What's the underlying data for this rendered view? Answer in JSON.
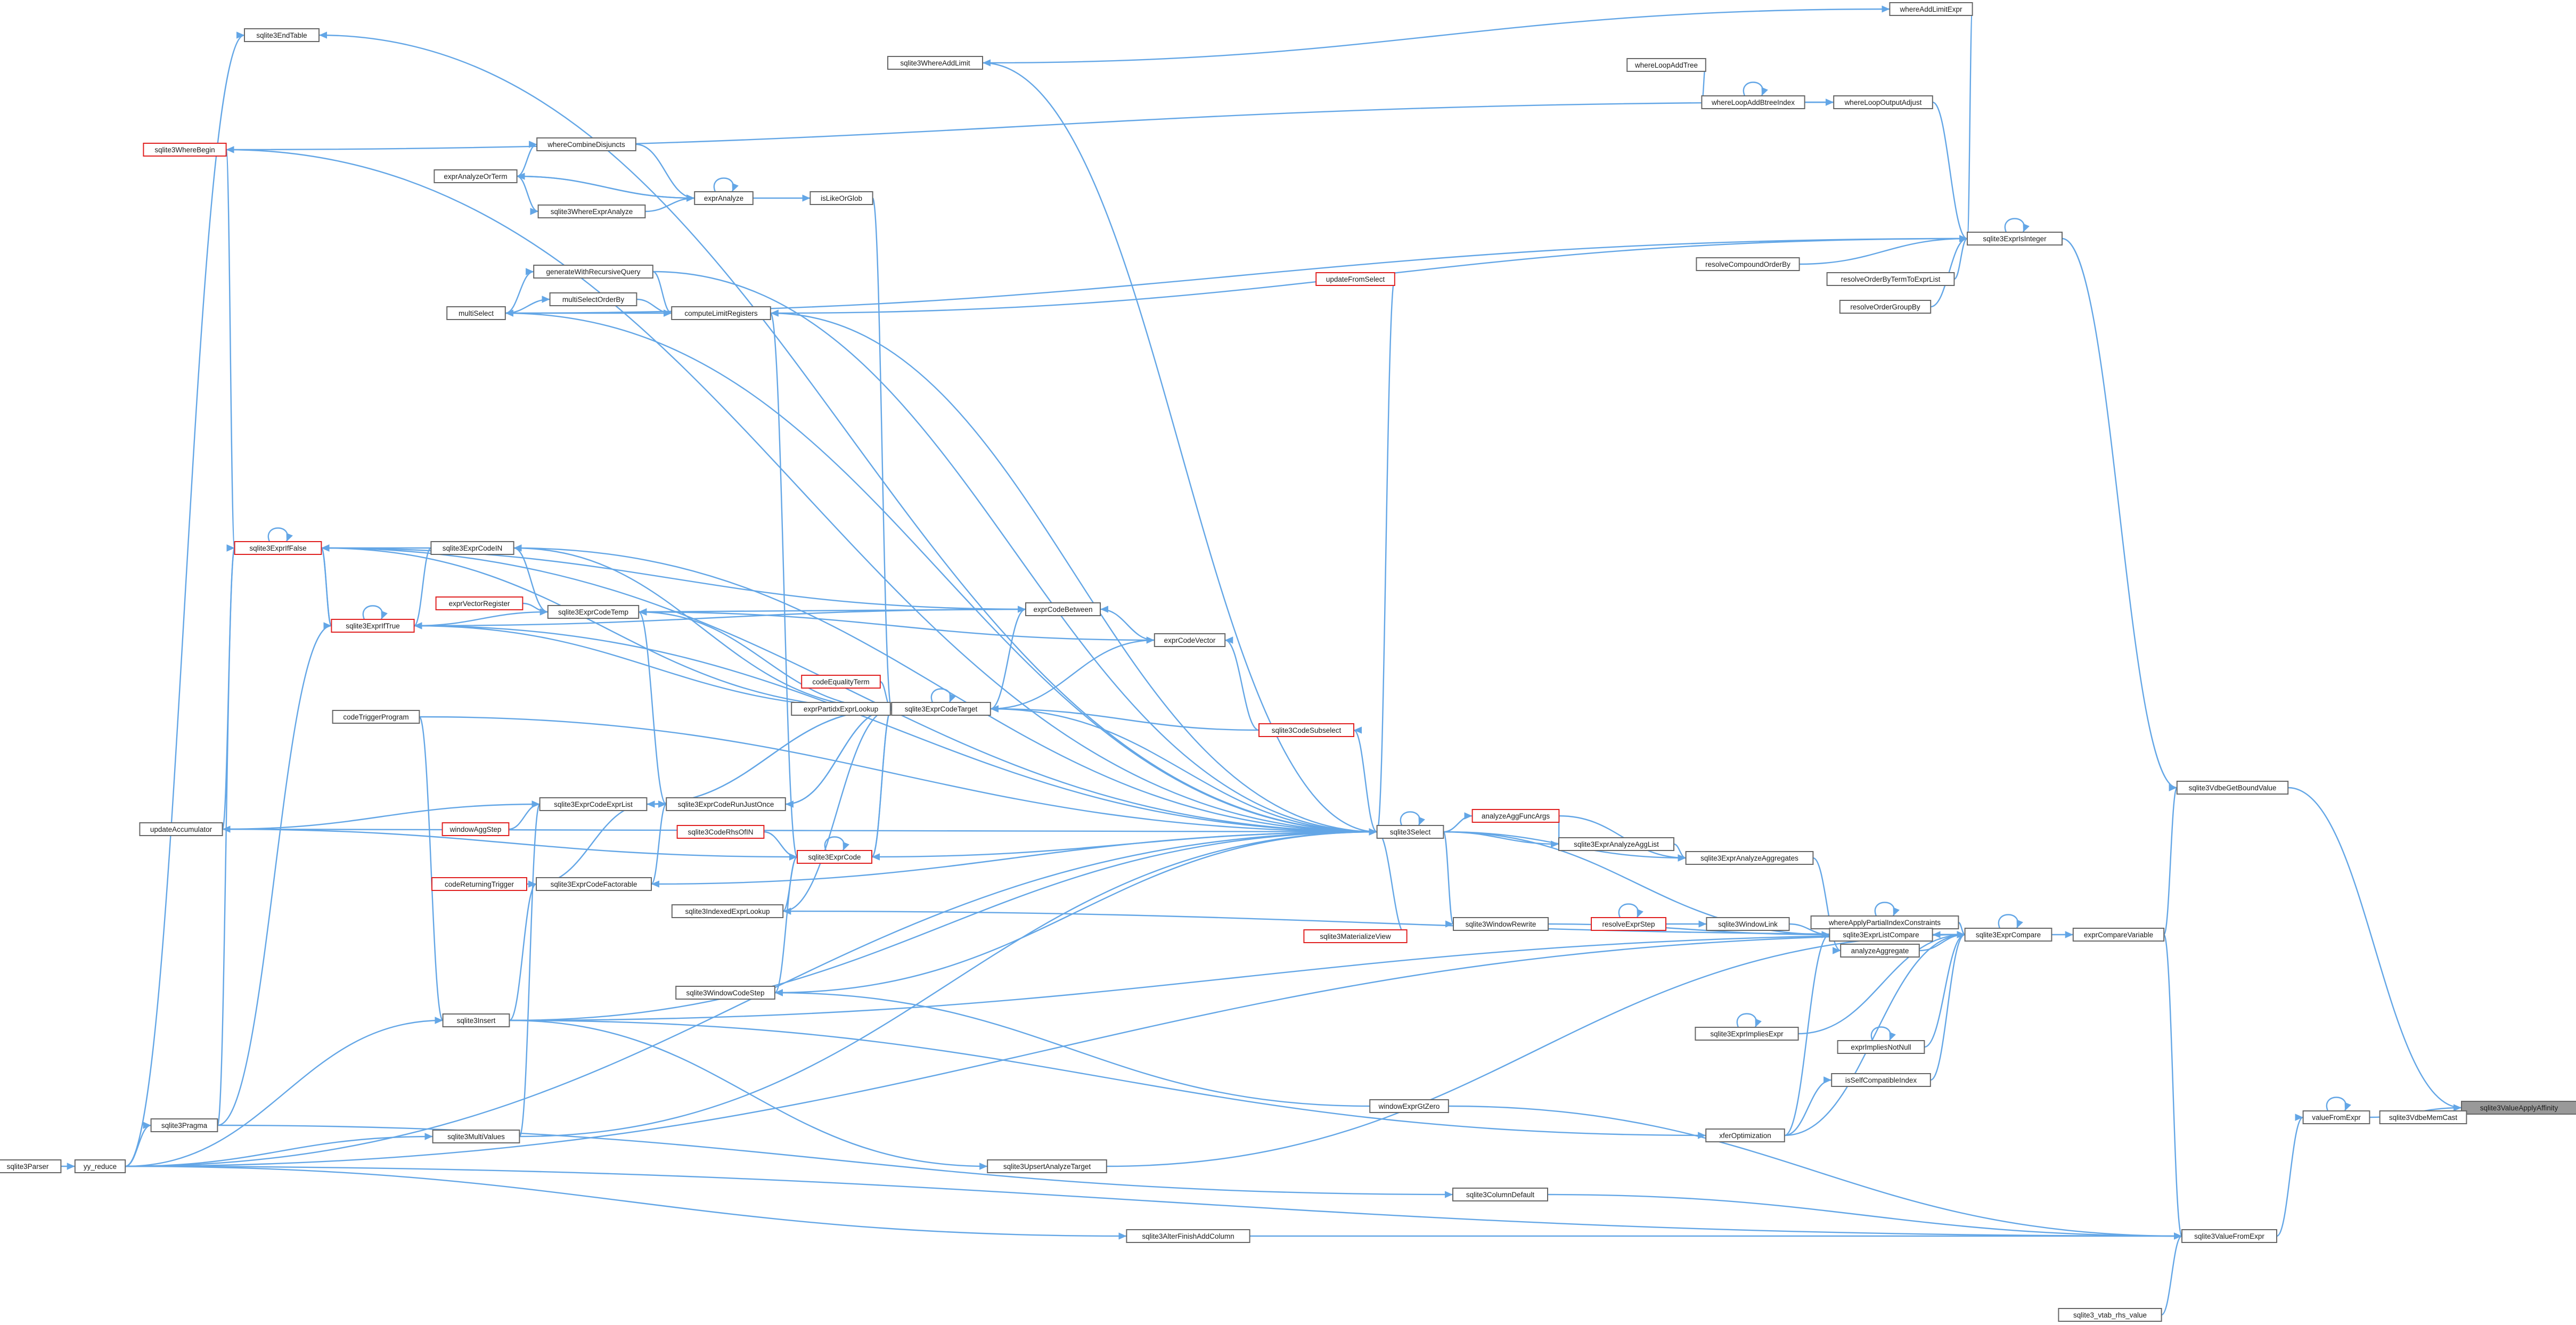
{
  "graph": {
    "root": "sqlite3ValueApplyAffinity",
    "colors": {
      "edge": "#63a6e6",
      "node_border": "#666666",
      "truncated_border": "#e02020",
      "root_fill": "#999999"
    },
    "nodes": [
      {
        "id": "sqlite3ValueApplyAffinity",
        "label": "sqlite3ValueApplyAffinity",
        "root": true
      },
      {
        "id": "valueFromExpr",
        "label": "valueFromExpr"
      },
      {
        "id": "sqlite3VdbeMemCast",
        "label": "sqlite3VdbeMemCast"
      },
      {
        "id": "sqlite3VdbeGetBoundValue",
        "label": "sqlite3VdbeGetBoundValue"
      },
      {
        "id": "sqlite3ValueFromExpr",
        "label": "sqlite3ValueFromExpr"
      },
      {
        "id": "sqlite3_vtab_rhs_value",
        "label": "sqlite3_vtab_rhs_value"
      },
      {
        "id": "exprCompareVariable",
        "label": "exprCompareVariable"
      },
      {
        "id": "sqlite3ExprCompare",
        "label": "sqlite3ExprCompare"
      },
      {
        "id": "sqlite3ExprIsInteger",
        "label": "sqlite3ExprIsInteger"
      },
      {
        "id": "whereAddLimitExpr",
        "label": "whereAddLimitExpr"
      },
      {
        "id": "whereLoopAddTree",
        "label": "whereLoopAddTree"
      },
      {
        "id": "whereLoopAddBtreeIndex",
        "label": "whereLoopAddBtreeIndex"
      },
      {
        "id": "whereLoopOutputAdjust",
        "label": "whereLoopOutputAdjust"
      },
      {
        "id": "resolveCompoundOrderBy",
        "label": "resolveCompoundOrderBy"
      },
      {
        "id": "resolveOrderByTermToExprList",
        "label": "resolveOrderByTermToExprList"
      },
      {
        "id": "resolveOrderGroupBy",
        "label": "resolveOrderGroupBy"
      },
      {
        "id": "sqlite3EndTable",
        "label": "sqlite3EndTable"
      },
      {
        "id": "sqlite3WhereAddLimit",
        "label": "sqlite3WhereAddLimit"
      },
      {
        "id": "sqlite3WhereBegin",
        "label": "sqlite3WhereBegin",
        "truncated": true
      },
      {
        "id": "whereCombineDisjuncts",
        "label": "whereCombineDisjuncts"
      },
      {
        "id": "exprAnalyzeOrTerm",
        "label": "exprAnalyzeOrTerm"
      },
      {
        "id": "exprAnalyze",
        "label": "exprAnalyze"
      },
      {
        "id": "isLikeOrGlob",
        "label": "isLikeOrGlob"
      },
      {
        "id": "sqlite3WhereExprAnalyze",
        "label": "sqlite3WhereExprAnalyze"
      },
      {
        "id": "generateWithRecursiveQuery",
        "label": "generateWithRecursiveQuery"
      },
      {
        "id": "multiSelectOrderBy",
        "label": "multiSelectOrderBy"
      },
      {
        "id": "multiSelect",
        "label": "multiSelect"
      },
      {
        "id": "computeLimitRegisters",
        "label": "computeLimitRegisters"
      },
      {
        "id": "updateFromSelect",
        "label": "updateFromSelect",
        "truncated": true
      },
      {
        "id": "sqlite3ExprIfFalse",
        "label": "sqlite3ExprIfFalse",
        "truncated": true
      },
      {
        "id": "sqlite3ExprCodeIN",
        "label": "sqlite3ExprCodeIN"
      },
      {
        "id": "exprVectorRegister",
        "label": "exprVectorRegister",
        "truncated": true
      },
      {
        "id": "sqlite3ExprCodeTemp",
        "label": "sqlite3ExprCodeTemp"
      },
      {
        "id": "sqlite3ExprIfTrue",
        "label": "sqlite3ExprIfTrue",
        "truncated": true
      },
      {
        "id": "exprCodeBetween",
        "label": "exprCodeBetween"
      },
      {
        "id": "exprCodeVector",
        "label": "exprCodeVector"
      },
      {
        "id": "codeEqualityTerm",
        "label": "codeEqualityTerm",
        "truncated": true
      },
      {
        "id": "exprPartidxExprLookup",
        "label": "exprPartidxExprLookup"
      },
      {
        "id": "sqlite3ExprCodeTarget",
        "label": "sqlite3ExprCodeTarget"
      },
      {
        "id": "codeTriggerProgram",
        "label": "codeTriggerProgram"
      },
      {
        "id": "sqlite3CodeSubselect",
        "label": "sqlite3CodeSubselect",
        "truncated": true
      },
      {
        "id": "updateAccumulator",
        "label": "updateAccumulator"
      },
      {
        "id": "sqlite3ExprCodeExprList",
        "label": "sqlite3ExprCodeExprList"
      },
      {
        "id": "sqlite3ExprCodeRunJustOnce",
        "label": "sqlite3ExprCodeRunJustOnce"
      },
      {
        "id": "windowAggStep",
        "label": "windowAggStep",
        "truncated": true
      },
      {
        "id": "sqlite3CodeRhsOfIN",
        "label": "sqlite3CodeRhsOfIN",
        "truncated": true
      },
      {
        "id": "sqlite3ExprCode",
        "label": "sqlite3ExprCode",
        "truncated": true
      },
      {
        "id": "sqlite3Select",
        "label": "sqlite3Select"
      },
      {
        "id": "analyzeAggFuncArgs",
        "label": "analyzeAggFuncArgs",
        "truncated": true
      },
      {
        "id": "sqlite3ExprAnalyzeAggList",
        "label": "sqlite3ExprAnalyzeAggList"
      },
      {
        "id": "sqlite3ExprAnalyzeAggregates",
        "label": "sqlite3ExprAnalyzeAggregates"
      },
      {
        "id": "codeReturningTrigger",
        "label": "codeReturningTrigger",
        "truncated": true
      },
      {
        "id": "sqlite3ExprCodeFactorable",
        "label": "sqlite3ExprCodeFactorable"
      },
      {
        "id": "sqlite3IndexedExprLookup",
        "label": "sqlite3IndexedExprLookup"
      },
      {
        "id": "whereApplyPartialIndexConstraints",
        "label": "whereApplyPartialIndexConstraints"
      },
      {
        "id": "analyzeAggregate",
        "label": "analyzeAggregate"
      },
      {
        "id": "resolveExprStep",
        "label": "resolveExprStep",
        "truncated": true
      },
      {
        "id": "sqlite3WindowLink",
        "label": "sqlite3WindowLink"
      },
      {
        "id": "sqlite3WindowRewrite",
        "label": "sqlite3WindowRewrite"
      },
      {
        "id": "sqlite3MaterializeView",
        "label": "sqlite3MaterializeView",
        "truncated": true
      },
      {
        "id": "sqlite3ExprListCompare",
        "label": "sqlite3ExprListCompare"
      },
      {
        "id": "sqlite3WindowCodeStep",
        "label": "sqlite3WindowCodeStep"
      },
      {
        "id": "sqlite3Insert",
        "label": "sqlite3Insert"
      },
      {
        "id": "sqlite3ExprImpliesExpr",
        "label": "sqlite3ExprImpliesExpr"
      },
      {
        "id": "exprImpliesNotNull",
        "label": "exprImpliesNotNull"
      },
      {
        "id": "sqlite3Pragma",
        "label": "sqlite3Pragma"
      },
      {
        "id": "sqlite3Parser",
        "label": "sqlite3Parser"
      },
      {
        "id": "yy_reduce",
        "label": "yy_reduce"
      },
      {
        "id": "sqlite3MultiValues",
        "label": "sqlite3MultiValues"
      },
      {
        "id": "windowExprGtZero",
        "label": "windowExprGtZero"
      },
      {
        "id": "isSelfCompatibleIndex",
        "label": "isSelfCompatibleIndex"
      },
      {
        "id": "xferOptimization",
        "label": "xferOptimization"
      },
      {
        "id": "sqlite3UpsertAnalyzeTarget",
        "label": "sqlite3UpsertAnalyzeTarget"
      },
      {
        "id": "sqlite3ColumnDefault",
        "label": "sqlite3ColumnDefault"
      },
      {
        "id": "sqlite3AlterFinishAddColumn",
        "label": "sqlite3AlterFinishAddColumn"
      }
    ],
    "edges": [
      [
        "valueFromExpr",
        "sqlite3ValueApplyAffinity"
      ],
      [
        "sqlite3VdbeMemCast",
        "sqlite3ValueApplyAffinity"
      ],
      [
        "sqlite3VdbeGetBoundValue",
        "sqlite3ValueApplyAffinity"
      ],
      [
        "valueFromExpr",
        "valueFromExpr"
      ],
      [
        "sqlite3ValueFromExpr",
        "valueFromExpr"
      ],
      [
        "exprCompareVariable",
        "sqlite3VdbeGetBoundValue"
      ],
      [
        "sqlite3ExprIsInteger",
        "sqlite3VdbeGetBoundValue"
      ],
      [
        "sqlite3ExprCompare",
        "exprCompareVariable"
      ],
      [
        "sqlite3ExprCompare",
        "sqlite3ExprCompare"
      ],
      [
        "sqlite3ExprIsInteger",
        "sqlite3ExprIsInteger"
      ],
      [
        "sqlite3_vtab_rhs_value",
        "sqlite3ValueFromExpr"
      ],
      [
        "exprCompareVariable",
        "sqlite3ValueFromExpr"
      ],
      [
        "sqlite3ColumnDefault",
        "sqlite3ValueFromExpr"
      ],
      [
        "sqlite3AlterFinishAddColumn",
        "sqlite3ValueFromExpr"
      ],
      [
        "windowExprGtZero",
        "sqlite3ValueFromExpr"
      ],
      [
        "yy_reduce",
        "sqlite3ValueFromExpr"
      ],
      [
        "whereAddLimitExpr",
        "sqlite3ExprIsInteger"
      ],
      [
        "whereLoopOutputAdjust",
        "sqlite3ExprIsInteger"
      ],
      [
        "resolveCompoundOrderBy",
        "sqlite3ExprIsInteger"
      ],
      [
        "resolveOrderByTermToExprList",
        "sqlite3ExprIsInteger"
      ],
      [
        "resolveOrderGroupBy",
        "sqlite3ExprIsInteger"
      ],
      [
        "multiSelect",
        "sqlite3ExprIsInteger"
      ],
      [
        "computeLimitRegisters",
        "sqlite3ExprIsInteger"
      ],
      [
        "sqlite3WhereAddLimit",
        "whereAddLimitExpr"
      ],
      [
        "whereLoopAddTree",
        "whereLoopAddBtreeIndex"
      ],
      [
        "whereLoopAddBtreeIndex",
        "whereLoopAddBtreeIndex"
      ],
      [
        "whereLoopAddBtreeIndex",
        "whereLoopOutputAdjust"
      ],
      [
        "sqlite3WhereBegin",
        "whereLoopOutputAdjust"
      ],
      [
        "sqlite3Select",
        "sqlite3WhereAddLimit"
      ],
      [
        "sqlite3Select",
        "sqlite3EndTable"
      ],
      [
        "sqlite3Select",
        "sqlite3WhereBegin"
      ],
      [
        "sqlite3ExprIfFalse",
        "sqlite3WhereBegin"
      ],
      [
        "yy_reduce",
        "sqlite3EndTable"
      ],
      [
        "exprAnalyzeOrTerm",
        "whereCombineDisjuncts"
      ],
      [
        "whereCombineDisjuncts",
        "exprAnalyze"
      ],
      [
        "exprAnalyzeOrTerm",
        "exprAnalyze"
      ],
      [
        "exprAnalyze",
        "exprAnalyze"
      ],
      [
        "exprAnalyze",
        "exprAnalyzeOrTerm"
      ],
      [
        "exprAnalyzeOrTerm",
        "sqlite3WhereExprAnalyze"
      ],
      [
        "sqlite3WhereExprAnalyze",
        "exprAnalyze"
      ],
      [
        "exprAnalyze",
        "isLikeOrGlob"
      ],
      [
        "isLikeOrGlob",
        "sqlite3ExprCodeTarget"
      ],
      [
        "generateWithRecursiveQuery",
        "computeLimitRegisters"
      ],
      [
        "multiSelectOrderBy",
        "computeLimitRegisters"
      ],
      [
        "multiSelect",
        "computeLimitRegisters"
      ],
      [
        "sqlite3Select",
        "computeLimitRegisters"
      ],
      [
        "multiSelect",
        "generateWithRecursiveQuery"
      ],
      [
        "multiSelect",
        "multiSelectOrderBy"
      ],
      [
        "sqlite3Select",
        "multiSelect"
      ],
      [
        "generateWithRecursiveQuery",
        "sqlite3Select"
      ],
      [
        "computeLimitRegisters",
        "sqlite3ExprCode"
      ],
      [
        "updateFromSelect",
        "sqlite3Select"
      ],
      [
        "sqlite3ExprIfFalse",
        "sqlite3ExprIfFalse"
      ],
      [
        "sqlite3ExprIfTrue",
        "sqlite3ExprIfFalse"
      ],
      [
        "sqlite3ExprIfFalse",
        "sqlite3ExprIfTrue"
      ],
      [
        "sqlite3ExprIfTrue",
        "sqlite3ExprIfTrue"
      ],
      [
        "sqlite3ExprCodeIN",
        "sqlite3ExprIfFalse"
      ],
      [
        "sqlite3ExprCodeIN",
        "sqlite3ExprIfTrue"
      ],
      [
        "exprCodeBetween",
        "sqlite3ExprIfFalse"
      ],
      [
        "exprCodeBetween",
        "sqlite3ExprIfTrue"
      ],
      [
        "sqlite3ExprCodeTarget",
        "sqlite3ExprCodeIN"
      ],
      [
        "sqlite3ExprCodeTarget",
        "sqlite3ExprIfFalse"
      ],
      [
        "sqlite3ExprCodeTarget",
        "sqlite3ExprIfTrue"
      ],
      [
        "sqlite3ExprCodeTarget",
        "sqlite3ExprCodeTemp"
      ],
      [
        "sqlite3ExprCodeTarget",
        "exprCodeBetween"
      ],
      [
        "sqlite3ExprCodeTarget",
        "sqlite3ExprCodeTarget"
      ],
      [
        "exprVectorRegister",
        "sqlite3ExprCodeTemp"
      ],
      [
        "sqlite3ExprCodeTemp",
        "sqlite3ExprCodeIN"
      ],
      [
        "sqlite3ExprCodeTemp",
        "sqlite3ExprIfTrue"
      ],
      [
        "exprCodeBetween",
        "sqlite3ExprCodeTemp"
      ],
      [
        "exprCodeVector",
        "sqlite3ExprCodeTemp"
      ],
      [
        "exprCodeVector",
        "exprCodeBetween"
      ],
      [
        "sqlite3ExprCodeTarget",
        "exprCodeVector"
      ],
      [
        "sqlite3CodeSubselect",
        "exprCodeVector"
      ],
      [
        "sqlite3Select",
        "sqlite3CodeSubselect"
      ],
      [
        "sqlite3CodeSubselect",
        "sqlite3ExprCodeTarget"
      ],
      [
        "codeEqualityTerm",
        "sqlite3ExprCodeTarget"
      ],
      [
        "exprPartidxExprLookup",
        "sqlite3ExprCodeTarget"
      ],
      [
        "sqlite3ExprCodeTarget",
        "exprPartidxExprLookup"
      ],
      [
        "sqlite3ExprCodeTarget",
        "sqlite3ExprCodeExprList"
      ],
      [
        "sqlite3ExprCodeTarget",
        "sqlite3ExprCodeRunJustOnce"
      ],
      [
        "sqlite3ExprCodeTarget",
        "sqlite3ExprCode"
      ],
      [
        "sqlite3ExprCodeTarget",
        "sqlite3IndexedExprLookup"
      ],
      [
        "sqlite3ExprCode",
        "sqlite3ExprCodeTarget"
      ],
      [
        "sqlite3ExprCodeExprList",
        "sqlite3ExprCodeTarget"
      ],
      [
        "sqlite3ExprCodeRunJustOnce",
        "sqlite3ExprCodeTarget"
      ],
      [
        "sqlite3Select",
        "sqlite3ExprCodeTarget"
      ],
      [
        "sqlite3Select",
        "sqlite3ExprCodeIN"
      ],
      [
        "sqlite3Select",
        "sqlite3ExprIfFalse"
      ],
      [
        "sqlite3Select",
        "sqlite3ExprIfTrue"
      ],
      [
        "codeTriggerProgram",
        "sqlite3Select"
      ],
      [
        "updateAccumulator",
        "sqlite3ExprIfFalse"
      ],
      [
        "updateAccumulator",
        "sqlite3ExprCodeExprList"
      ],
      [
        "sqlite3Select",
        "updateAccumulator"
      ],
      [
        "windowAggStep",
        "sqlite3ExprCodeExprList"
      ],
      [
        "sqlite3ExprCodeExprList",
        "sqlite3ExprCodeRunJustOnce"
      ],
      [
        "sqlite3CodeRhsOfIN",
        "sqlite3ExprCode"
      ],
      [
        "sqlite3ExprCode",
        "sqlite3ExprCode"
      ],
      [
        "sqlite3Select",
        "sqlite3ExprCode"
      ],
      [
        "updateAccumulator",
        "sqlite3ExprCode"
      ],
      [
        "sqlite3ExprCodeRunJustOnce",
        "sqlite3ExprCodeTemp"
      ],
      [
        "sqlite3ExprCodeFactorable",
        "sqlite3ExprCodeRunJustOnce"
      ],
      [
        "sqlite3ExprCodeFactorable",
        "sqlite3ExprCodeExprList"
      ],
      [
        "codeReturningTrigger",
        "sqlite3ExprCodeFactorable"
      ],
      [
        "sqlite3Insert",
        "sqlite3ExprCodeFactorable"
      ],
      [
        "sqlite3Select",
        "sqlite3ExprCodeFactorable"
      ],
      [
        "sqlite3IndexedExprLookup",
        "sqlite3ExprCode"
      ],
      [
        "sqlite3WindowCodeStep",
        "sqlite3ExprCode"
      ],
      [
        "sqlite3Select",
        "sqlite3WindowCodeStep"
      ],
      [
        "sqlite3Select",
        "sqlite3Select"
      ],
      [
        "sqlite3Select",
        "analyzeAggFuncArgs"
      ],
      [
        "sqlite3Select",
        "sqlite3ExprAnalyzeAggList"
      ],
      [
        "sqlite3Select",
        "sqlite3ExprAnalyzeAggregates"
      ],
      [
        "sqlite3ExprAnalyzeAggList",
        "sqlite3ExprAnalyzeAggregates"
      ],
      [
        "analyzeAggFuncArgs",
        "sqlite3ExprAnalyzeAggList"
      ],
      [
        "analyzeAggFuncArgs",
        "sqlite3ExprAnalyzeAggregates"
      ],
      [
        "sqlite3ExprAnalyzeAggregates",
        "analyzeAggregate"
      ],
      [
        "analyzeAggregate",
        "sqlite3ExprCompare"
      ],
      [
        "whereApplyPartialIndexConstraints",
        "whereApplyPartialIndexConstraints"
      ],
      [
        "whereApplyPartialIndexConstraints",
        "sqlite3ExprCompare"
      ],
      [
        "sqlite3Select",
        "sqlite3WindowRewrite"
      ],
      [
        "sqlite3WindowRewrite",
        "sqlite3ExprListCompare"
      ],
      [
        "resolveExprStep",
        "resolveExprStep"
      ],
      [
        "resolveExprStep",
        "sqlite3WindowLink"
      ],
      [
        "sqlite3WindowLink",
        "sqlite3ExprListCompare"
      ],
      [
        "sqlite3ExprListCompare",
        "sqlite3ExprCompare"
      ],
      [
        "sqlite3ExprCompare",
        "sqlite3ExprListCompare"
      ],
      [
        "sqlite3Select",
        "sqlite3ExprListCompare"
      ],
      [
        "sqlite3MaterializeView",
        "sqlite3Select"
      ],
      [
        "sqlite3ExprImpliesExpr",
        "sqlite3ExprImpliesExpr"
      ],
      [
        "sqlite3ExprImpliesExpr",
        "sqlite3ExprCompare"
      ],
      [
        "exprImpliesNotNull",
        "exprImpliesNotNull"
      ],
      [
        "exprImpliesNotNull",
        "sqlite3ExprCompare"
      ],
      [
        "isSelfCompatibleIndex",
        "sqlite3ExprCompare"
      ],
      [
        "xferOptimization",
        "isSelfCompatibleIndex"
      ],
      [
        "xferOptimization",
        "sqlite3ExprListCompare"
      ],
      [
        "xferOptimization",
        "sqlite3ExprCompare"
      ],
      [
        "sqlite3Insert",
        "xferOptimization"
      ],
      [
        "sqlite3Insert",
        "sqlite3ExprCompare"
      ],
      [
        "sqlite3Insert",
        "sqlite3Select"
      ],
      [
        "sqlite3UpsertAnalyzeTarget",
        "sqlite3ExprCompare"
      ],
      [
        "sqlite3Insert",
        "sqlite3UpsertAnalyzeTarget"
      ],
      [
        "sqlite3Pragma",
        "sqlite3ExprIfFalse"
      ],
      [
        "sqlite3Pragma",
        "sqlite3ExprIfTrue"
      ],
      [
        "sqlite3Pragma",
        "sqlite3ColumnDefault"
      ],
      [
        "yy_reduce",
        "sqlite3Pragma"
      ],
      [
        "yy_reduce",
        "sqlite3Insert"
      ],
      [
        "yy_reduce",
        "sqlite3MultiValues"
      ],
      [
        "yy_reduce",
        "sqlite3Select"
      ],
      [
        "yy_reduce",
        "sqlite3AlterFinishAddColumn"
      ],
      [
        "yy_reduce",
        "sqlite3ExprCompare"
      ],
      [
        "sqlite3Parser",
        "yy_reduce"
      ],
      [
        "sqlite3MultiValues",
        "sqlite3Select"
      ],
      [
        "sqlite3MultiValues",
        "sqlite3ExprCodeExprList"
      ],
      [
        "codeTriggerProgram",
        "sqlite3Insert"
      ],
      [
        "windowExprGtZero",
        "sqlite3WindowCodeStep"
      ],
      [
        "sqlite3IndexedExprLookup",
        "sqlite3ExprCompare"
      ]
    ]
  }
}
